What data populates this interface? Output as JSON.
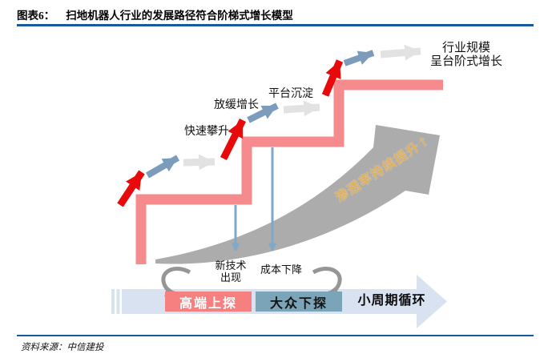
{
  "header": {
    "figure_label": "图表6：",
    "title": "扫地机器人行业的发展路径符合阶梯式增长模型"
  },
  "footer": {
    "source_label": "资料来源：中信建投"
  },
  "diagram": {
    "type": "stepped-growth-model",
    "stages": [
      {
        "label": "快速攀升"
      },
      {
        "label": "放缓增长"
      },
      {
        "label": "平台沉淀"
      }
    ],
    "outcome": {
      "line1": "行业规模",
      "line2": "呈台阶式增长"
    },
    "penetration_note": "渗透率持续提升↑",
    "drivers": [
      {
        "line1": "新技术",
        "line2": "出现"
      },
      {
        "line1": "成本下降",
        "line2": ""
      }
    ],
    "cycle": {
      "high_end_label": "高端上探",
      "mass_label": "大众下探",
      "loop_label": "小周期循环"
    },
    "colors": {
      "rule_blue": "#17599E",
      "staircase_pink": "#F68B8D",
      "surge_arrow_red": "#E80A0A",
      "slowdown_arrow_blue": "#7B9CBB",
      "plateau_arrow_gray": "#E2E2E2",
      "penetration_swoosh_gray": "#ACACAC",
      "penetration_text_gold": "#DCAF5F",
      "cycle_band_blue": "#D9E2F1",
      "high_end_pill_pink": "#F5807F",
      "mass_pill_blue": "#7BA4B9",
      "driver_arrow_blue": "#7FA8C9",
      "loop_arrow_gray": "#969696"
    }
  }
}
